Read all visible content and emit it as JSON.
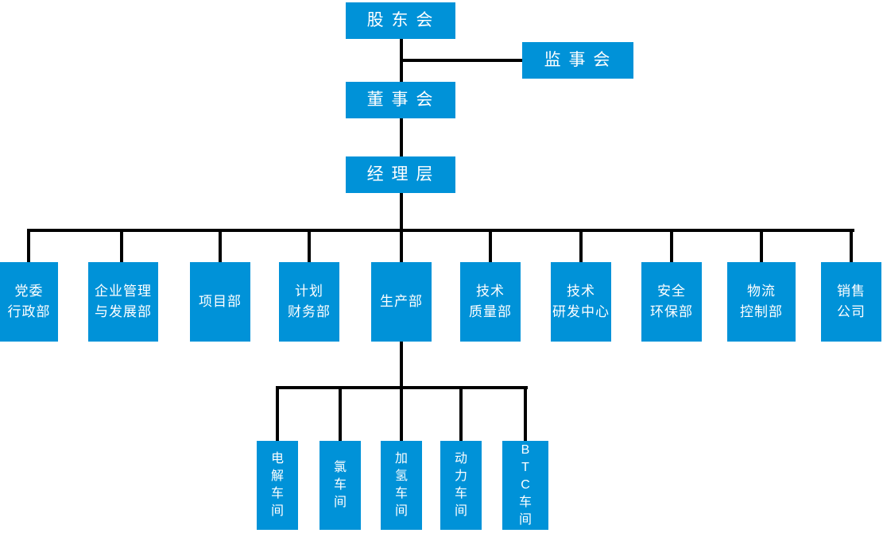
{
  "org_chart": {
    "colors": {
      "node_bg": "#0092d8",
      "node_text": "#ffffff",
      "connector": "#000000",
      "background": "#ffffff"
    },
    "top_levels": {
      "shareholders": {
        "label": "股 东 会"
      },
      "supervisory": {
        "label": "监 事 会"
      },
      "board": {
        "label": "董 事 会"
      },
      "management": {
        "label": "经 理 层"
      }
    },
    "departments": [
      {
        "id": "party-admin",
        "label": "党委\n行政部"
      },
      {
        "id": "enterprise-management",
        "label": "企业管理\n与发展部"
      },
      {
        "id": "project",
        "label": "项目部"
      },
      {
        "id": "planning-finance",
        "label": "计划\n财务部"
      },
      {
        "id": "production",
        "label": "生产部"
      },
      {
        "id": "tech-quality",
        "label": "技术\n质量部"
      },
      {
        "id": "tech-rd-center",
        "label": "技术\n研发中心"
      },
      {
        "id": "safety-environment",
        "label": "安全\n环保部"
      },
      {
        "id": "logistics-control",
        "label": "物流\n控制部"
      },
      {
        "id": "sales-company",
        "label": "销售\n公司"
      }
    ],
    "workshops": [
      {
        "id": "electrolysis",
        "label": "电\n解\n车\n间"
      },
      {
        "id": "chlorine",
        "label": "氯\n车\n间"
      },
      {
        "id": "hydrogenation",
        "label": "加\n氢\n车\n间"
      },
      {
        "id": "power",
        "label": "动\n力\n车\n间"
      },
      {
        "id": "btc",
        "label": "B\nT\nC\n车\n间"
      }
    ]
  }
}
